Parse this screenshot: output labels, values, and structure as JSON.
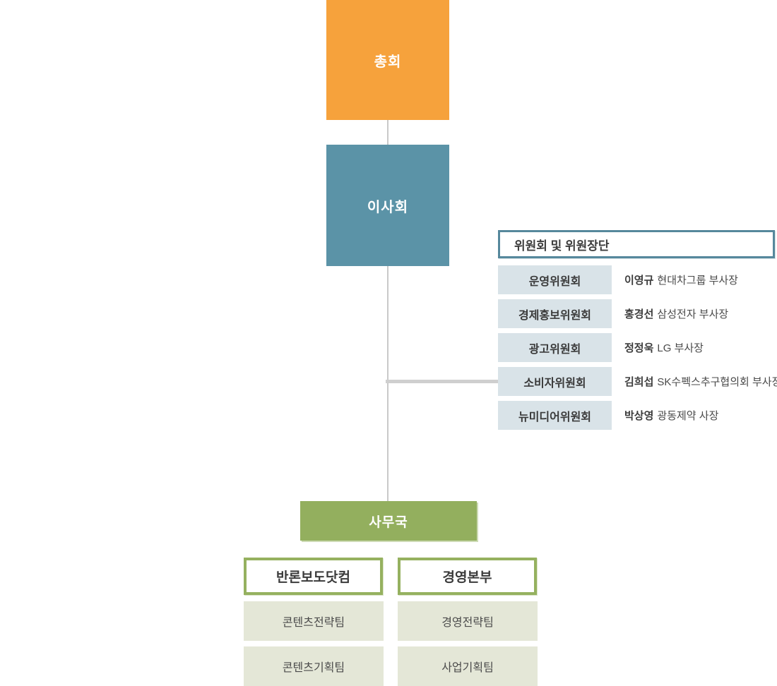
{
  "org_chart": {
    "assembly": {
      "label": "총회",
      "color": "#F6A23C"
    },
    "board": {
      "label": "이사회",
      "color": "#5B93A7"
    },
    "committees": {
      "title": "위원회 및 위원장단",
      "border_color": "#56889C",
      "item_bg_color": "#D9E3E8",
      "items": [
        {
          "name": "운영위원회",
          "chair": "이영규",
          "chair_title": "현대차그룹 부사장"
        },
        {
          "name": "경제홍보위원회",
          "chair": "홍경선",
          "chair_title": "삼성전자 부사장"
        },
        {
          "name": "광고위원회",
          "chair": "정정욱",
          "chair_title": "LG 부사장"
        },
        {
          "name": "소비자위원회",
          "chair": "김희섭",
          "chair_title": "SK수펙스추구협의회 부사장"
        },
        {
          "name": "뉴미디어위원회",
          "chair": "박상영",
          "chair_title": "광동제약 사장"
        }
      ]
    },
    "secretariat": {
      "label": "사무국",
      "color": "#93AF5E"
    },
    "divisions": [
      {
        "label": "반론보도닷컴",
        "teams": [
          "콘텐츠전략팀",
          "콘텐츠기획팀"
        ]
      },
      {
        "label": "경영본부",
        "teams": [
          "경영전략팀",
          "사업기획팀"
        ]
      }
    ],
    "connector_color": "#CCCCCC",
    "division_border_color": "#95B15F",
    "team_bg_color": "#E4E7D7"
  }
}
